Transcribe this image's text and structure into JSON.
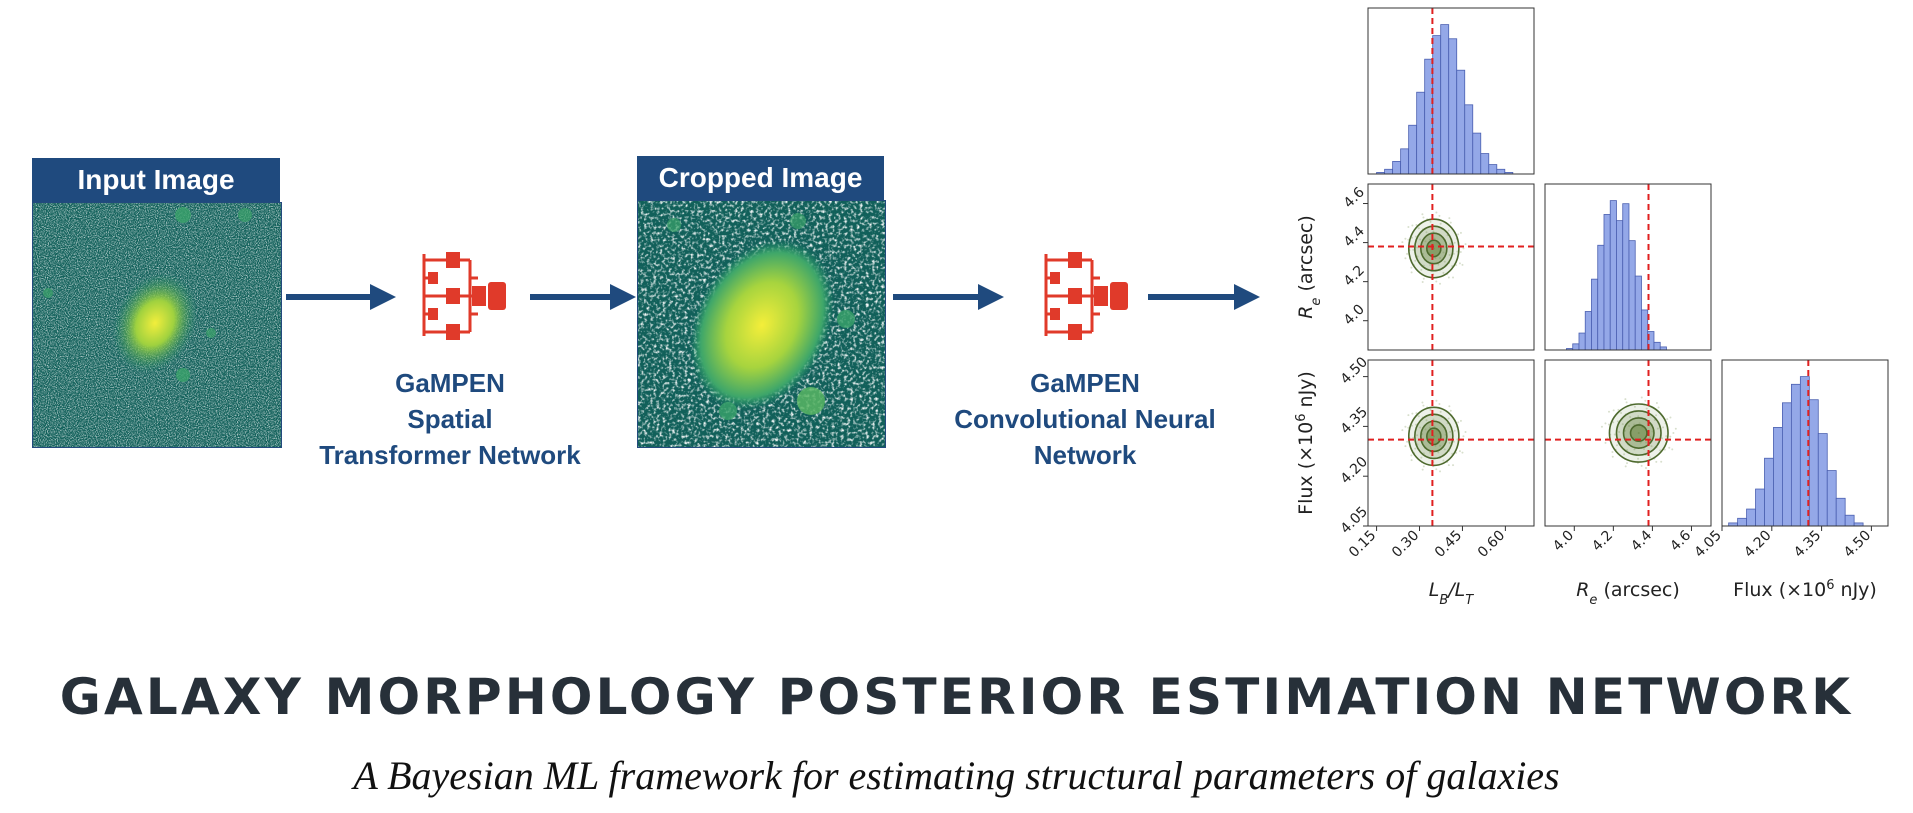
{
  "pipeline": {
    "input_title": "Input Image",
    "cropped_title": "Cropped Image",
    "stn_label": [
      "GaMPEN",
      "Spatial",
      "Transformer Network"
    ],
    "cnn_label": [
      "GaMPEN",
      "Convolutional Neural",
      "Network"
    ]
  },
  "heading": "GALAXY MORPHOLOGY POSTERIOR ESTIMATION NETWORK",
  "subtitle": "A Bayesian ML framework for estimating structural parameters of galaxies",
  "colors": {
    "accent": "#1f4a7e",
    "network_icon": "#e03a2a",
    "hist_fill": "#94a8e8",
    "contour": "#4e6a2e",
    "truth_line": "#e02020"
  },
  "chart_data": {
    "type": "corner",
    "parameters": [
      {
        "name": "L_B/L_T",
        "axis_label": "L",
        "sub": "B",
        "slash": "/L",
        "sub2": "T",
        "range": [
          0.12,
          0.7
        ],
        "ticks": [
          "0.15",
          "0.30",
          "0.45",
          "0.60"
        ],
        "tick_values": [
          0.15,
          0.3,
          0.45,
          0.6
        ],
        "truth": 0.345
      },
      {
        "name": "R_e (arcsec)",
        "axis_label": "R",
        "sub": "e",
        "unit": " (arcsec)",
        "range": [
          3.85,
          4.7
        ],
        "ticks": [
          "4.0",
          "4.2",
          "4.4",
          "4.6"
        ],
        "tick_values": [
          4.0,
          4.2,
          4.4,
          4.6
        ],
        "truth": 4.38
      },
      {
        "name": "Flux (×10^6 nJy)",
        "axis_label": "Flux (×10",
        "sup": "6",
        "unit": " nJy)",
        "range": [
          4.05,
          4.55
        ],
        "ticks": [
          "4.05",
          "4.20",
          "4.35",
          "4.50"
        ],
        "tick_values": [
          4.05,
          4.2,
          4.35,
          4.5
        ],
        "truth": 4.31
      }
    ],
    "histograms": [
      {
        "param": "L_B/L_T",
        "bin_start": 0.15,
        "bin_width": 0.028,
        "counts": [
          1,
          3,
          8,
          16,
          31,
          52,
          73,
          88,
          95,
          86,
          66,
          44,
          26,
          13,
          6,
          3,
          1
        ]
      },
      {
        "param": "R_e (arcsec)",
        "bin_start": 3.96,
        "bin_width": 0.032,
        "counts": [
          1,
          4,
          11,
          25,
          46,
          68,
          88,
          97,
          84,
          95,
          71,
          48,
          26,
          12,
          5,
          2
        ]
      },
      {
        "param": "Flux (×10^6 nJy)",
        "bin_start": 4.07,
        "bin_width": 0.027,
        "counts": [
          2,
          5,
          11,
          24,
          44,
          64,
          80,
          92,
          97,
          82,
          60,
          36,
          18,
          7,
          2
        ]
      }
    ],
    "contour_pairs": [
      {
        "x": "L_B/L_T",
        "y": "R_e (arcsec)",
        "center": [
          0.35,
          4.37
        ],
        "spread": [
          0.07,
          0.12
        ]
      },
      {
        "x": "L_B/L_T",
        "y": "Flux (×10^6 nJy)",
        "center": [
          0.35,
          4.32
        ],
        "spread": [
          0.07,
          0.07
        ]
      },
      {
        "x": "R_e (arcsec)",
        "y": "Flux (×10^6 nJy)",
        "center": [
          4.33,
          4.33
        ],
        "spread": [
          0.12,
          0.07
        ]
      }
    ]
  }
}
